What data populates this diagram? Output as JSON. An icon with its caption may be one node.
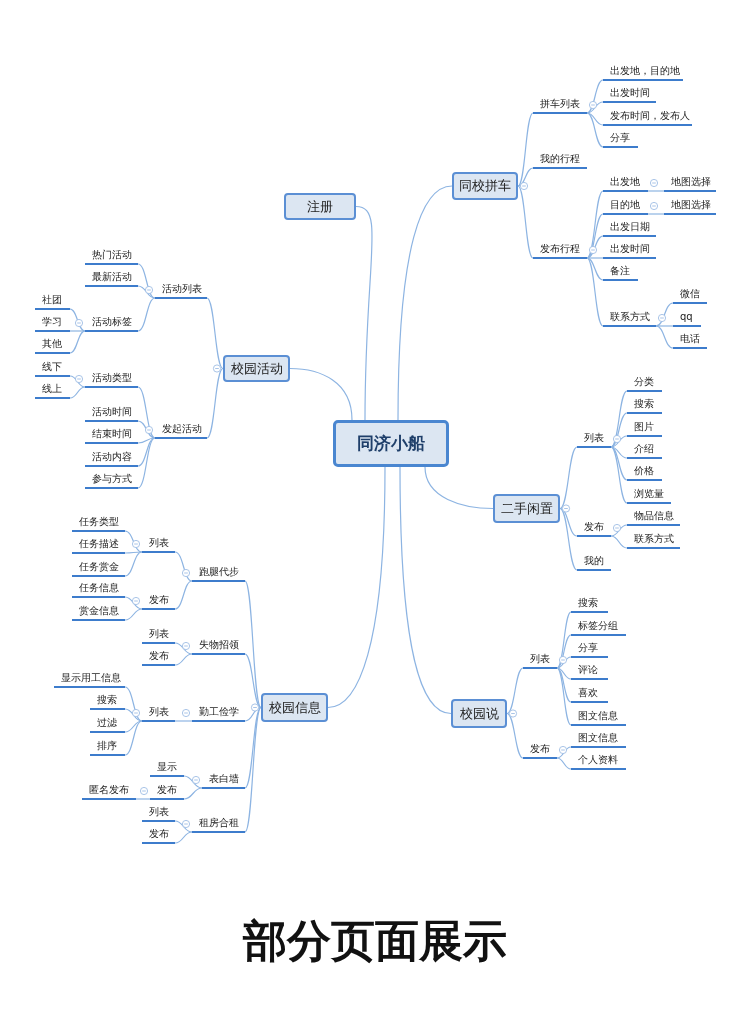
{
  "diagram": {
    "caption": "部分页面展示",
    "nodes": [
      {
        "text": [
          "同济小船"
        ]
      },
      {
        "text": [
          "注册"
        ]
      },
      {
        "text": [
          "同校拼车"
        ]
      },
      {
        "text": [
          "拼车列表"
        ]
      },
      {
        "text": [
          "出发地，目的地"
        ]
      },
      {
        "text": [
          "出发时间"
        ]
      },
      {
        "text": [
          "发布时间，发布人"
        ]
      },
      {
        "text": [
          "分享"
        ]
      },
      {
        "text": [
          "我的行程"
        ]
      },
      {
        "text": [
          "发布行程"
        ]
      },
      {
        "text": [
          "出发地"
        ]
      },
      {
        "text": [
          "地图选择"
        ]
      },
      {
        "text": [
          "目的地"
        ]
      },
      {
        "text": [
          "地图选择"
        ]
      },
      {
        "text": [
          "出发日期"
        ]
      },
      {
        "text": [
          "出发时间"
        ]
      },
      {
        "text": [
          "备注"
        ]
      },
      {
        "text": [
          "联系方式"
        ]
      },
      {
        "text": [
          "微信"
        ]
      },
      {
        "text": [
          "qq"
        ]
      },
      {
        "text": [
          "电话"
        ]
      },
      {
        "text": [
          "校园活动"
        ]
      },
      {
        "text": [
          "活动列表"
        ]
      },
      {
        "text": [
          "热门活动"
        ]
      },
      {
        "text": [
          "最新活动"
        ]
      },
      {
        "text": [
          "活动标签"
        ]
      },
      {
        "text": [
          "社团"
        ]
      },
      {
        "text": [
          "学习"
        ]
      },
      {
        "text": [
          "其他"
        ]
      },
      {
        "text": [
          "发起活动"
        ]
      },
      {
        "text": [
          "活动类型"
        ]
      },
      {
        "text": [
          "线下"
        ]
      },
      {
        "text": [
          "线上"
        ]
      },
      {
        "text": [
          "活动时间"
        ]
      },
      {
        "text": [
          "结束时间"
        ]
      },
      {
        "text": [
          "活动内容"
        ]
      },
      {
        "text": [
          "参与方式"
        ]
      },
      {
        "text": [
          "二手闲置"
        ]
      },
      {
        "text": [
          "列表"
        ]
      },
      {
        "text": [
          "分类"
        ]
      },
      {
        "text": [
          "搜索"
        ]
      },
      {
        "text": [
          "图片"
        ]
      },
      {
        "text": [
          "介绍"
        ]
      },
      {
        "text": [
          "价格"
        ]
      },
      {
        "text": [
          "浏览量"
        ]
      },
      {
        "text": [
          "发布"
        ]
      },
      {
        "text": [
          "物品信息"
        ]
      },
      {
        "text": [
          "联系方式"
        ]
      },
      {
        "text": [
          "我的"
        ]
      },
      {
        "text": [
          "校园说"
        ]
      },
      {
        "text": [
          "列表"
        ]
      },
      {
        "text": [
          "搜索"
        ]
      },
      {
        "text": [
          "标签分组"
        ]
      },
      {
        "text": [
          "分享"
        ]
      },
      {
        "text": [
          "评论"
        ]
      },
      {
        "text": [
          "喜欢"
        ]
      },
      {
        "text": [
          "图文信息"
        ]
      },
      {
        "text": [
          "发布"
        ]
      },
      {
        "text": [
          "图文信息"
        ]
      },
      {
        "text": [
          "个人资料"
        ]
      },
      {
        "text": [
          "校园信息"
        ]
      },
      {
        "text": [
          "跑腿代步"
        ]
      },
      {
        "text": [
          "列表"
        ]
      },
      {
        "text": [
          "任务类型"
        ]
      },
      {
        "text": [
          "任务描述"
        ]
      },
      {
        "text": [
          "任务赏金"
        ]
      },
      {
        "text": [
          "发布"
        ]
      },
      {
        "text": [
          "任务信息"
        ]
      },
      {
        "text": [
          "赏金信息"
        ]
      },
      {
        "text": [
          "失物招领"
        ]
      },
      {
        "text": [
          "列表"
        ]
      },
      {
        "text": [
          "发布"
        ]
      },
      {
        "text": [
          "勤工俭学"
        ]
      },
      {
        "text": [
          "列表"
        ]
      },
      {
        "text": [
          "显示用工信息"
        ]
      },
      {
        "text": [
          "搜索"
        ]
      },
      {
        "text": [
          "过滤"
        ]
      },
      {
        "text": [
          "排序"
        ]
      },
      {
        "text": [
          "表白墙"
        ]
      },
      {
        "text": [
          "显示"
        ]
      },
      {
        "text": [
          "发布"
        ]
      },
      {
        "text": [
          "匿名发布"
        ]
      },
      {
        "text": [
          "租房合租"
        ]
      },
      {
        "text": [
          "列表"
        ]
      },
      {
        "text": [
          "发布"
        ]
      }
    ],
    "edges": [
      {
        "from": 0,
        "to": 1,
        "arrow": "none"
      },
      {
        "from": 0,
        "to": 2,
        "arrow": "none"
      },
      {
        "from": 2,
        "to": 3,
        "arrow": "none"
      },
      {
        "from": 3,
        "to": 4,
        "arrow": "none"
      },
      {
        "from": 3,
        "to": 5,
        "arrow": "none"
      },
      {
        "from": 3,
        "to": 6,
        "arrow": "none"
      },
      {
        "from": 3,
        "to": 7,
        "arrow": "none"
      },
      {
        "from": 2,
        "to": 8,
        "arrow": "none"
      },
      {
        "from": 2,
        "to": 9,
        "arrow": "none"
      },
      {
        "from": 9,
        "to": 10,
        "arrow": "none"
      },
      {
        "from": 10,
        "to": 11,
        "arrow": "none"
      },
      {
        "from": 9,
        "to": 12,
        "arrow": "none"
      },
      {
        "from": 12,
        "to": 13,
        "arrow": "none"
      },
      {
        "from": 9,
        "to": 14,
        "arrow": "none"
      },
      {
        "from": 9,
        "to": 15,
        "arrow": "none"
      },
      {
        "from": 9,
        "to": 16,
        "arrow": "none"
      },
      {
        "from": 9,
        "to": 17,
        "arrow": "none"
      },
      {
        "from": 17,
        "to": 18,
        "arrow": "none"
      },
      {
        "from": 17,
        "to": 19,
        "arrow": "none"
      },
      {
        "from": 17,
        "to": 20,
        "arrow": "none"
      },
      {
        "from": 0,
        "to": 21,
        "arrow": "none"
      },
      {
        "from": 21,
        "to": 22,
        "arrow": "none"
      },
      {
        "from": 22,
        "to": 23,
        "arrow": "none"
      },
      {
        "from": 22,
        "to": 24,
        "arrow": "none"
      },
      {
        "from": 22,
        "to": 25,
        "arrow": "none"
      },
      {
        "from": 25,
        "to": 26,
        "arrow": "none"
      },
      {
        "from": 25,
        "to": 27,
        "arrow": "none"
      },
      {
        "from": 25,
        "to": 28,
        "arrow": "none"
      },
      {
        "from": 21,
        "to": 29,
        "arrow": "none"
      },
      {
        "from": 29,
        "to": 30,
        "arrow": "none"
      },
      {
        "from": 30,
        "to": 31,
        "arrow": "none"
      },
      {
        "from": 30,
        "to": 32,
        "arrow": "none"
      },
      {
        "from": 29,
        "to": 33,
        "arrow": "none"
      },
      {
        "from": 29,
        "to": 34,
        "arrow": "none"
      },
      {
        "from": 29,
        "to": 35,
        "arrow": "none"
      },
      {
        "from": 29,
        "to": 36,
        "arrow": "none"
      },
      {
        "from": 0,
        "to": 37,
        "arrow": "none"
      },
      {
        "from": 37,
        "to": 38,
        "arrow": "none"
      },
      {
        "from": 38,
        "to": 39,
        "arrow": "none"
      },
      {
        "from": 38,
        "to": 40,
        "arrow": "none"
      },
      {
        "from": 38,
        "to": 41,
        "arrow": "none"
      },
      {
        "from": 38,
        "to": 42,
        "arrow": "none"
      },
      {
        "from": 38,
        "to": 43,
        "arrow": "none"
      },
      {
        "from": 38,
        "to": 44,
        "arrow": "none"
      },
      {
        "from": 37,
        "to": 45,
        "arrow": "none"
      },
      {
        "from": 45,
        "to": 46,
        "arrow": "none"
      },
      {
        "from": 45,
        "to": 47,
        "arrow": "none"
      },
      {
        "from": 37,
        "to": 48,
        "arrow": "none"
      },
      {
        "from": 0,
        "to": 49,
        "arrow": "none"
      },
      {
        "from": 49,
        "to": 50,
        "arrow": "none"
      },
      {
        "from": 50,
        "to": 51,
        "arrow": "none"
      },
      {
        "from": 50,
        "to": 52,
        "arrow": "none"
      },
      {
        "from": 50,
        "to": 53,
        "arrow": "none"
      },
      {
        "from": 50,
        "to": 54,
        "arrow": "none"
      },
      {
        "from": 50,
        "to": 55,
        "arrow": "none"
      },
      {
        "from": 50,
        "to": 56,
        "arrow": "none"
      },
      {
        "from": 49,
        "to": 57,
        "arrow": "none"
      },
      {
        "from": 57,
        "to": 58,
        "arrow": "none"
      },
      {
        "from": 57,
        "to": 59,
        "arrow": "none"
      },
      {
        "from": 0,
        "to": 60,
        "arrow": "none"
      },
      {
        "from": 60,
        "to": 61,
        "arrow": "none"
      },
      {
        "from": 61,
        "to": 62,
        "arrow": "none"
      },
      {
        "from": 62,
        "to": 63,
        "arrow": "none"
      },
      {
        "from": 62,
        "to": 64,
        "arrow": "none"
      },
      {
        "from": 62,
        "to": 65,
        "arrow": "none"
      },
      {
        "from": 61,
        "to": 66,
        "arrow": "none"
      },
      {
        "from": 66,
        "to": 67,
        "arrow": "none"
      },
      {
        "from": 66,
        "to": 68,
        "arrow": "none"
      },
      {
        "from": 60,
        "to": 69,
        "arrow": "none"
      },
      {
        "from": 69,
        "to": 70,
        "arrow": "none"
      },
      {
        "from": 69,
        "to": 71,
        "arrow": "none"
      },
      {
        "from": 60,
        "to": 72,
        "arrow": "none"
      },
      {
        "from": 72,
        "to": 73,
        "arrow": "none"
      },
      {
        "from": 73,
        "to": 74,
        "arrow": "none"
      },
      {
        "from": 73,
        "to": 75,
        "arrow": "none"
      },
      {
        "from": 73,
        "to": 76,
        "arrow": "none"
      },
      {
        "from": 73,
        "to": 77,
        "arrow": "none"
      },
      {
        "from": 60,
        "to": 78,
        "arrow": "none"
      },
      {
        "from": 78,
        "to": 79,
        "arrow": "none"
      },
      {
        "from": 78,
        "to": 80,
        "arrow": "none"
      },
      {
        "from": 80,
        "to": 81,
        "arrow": "none"
      },
      {
        "from": 60,
        "to": 82,
        "arrow": "none"
      },
      {
        "from": 82,
        "to": 83,
        "arrow": "none"
      },
      {
        "from": 82,
        "to": 84,
        "arrow": "none"
      }
    ]
  }
}
